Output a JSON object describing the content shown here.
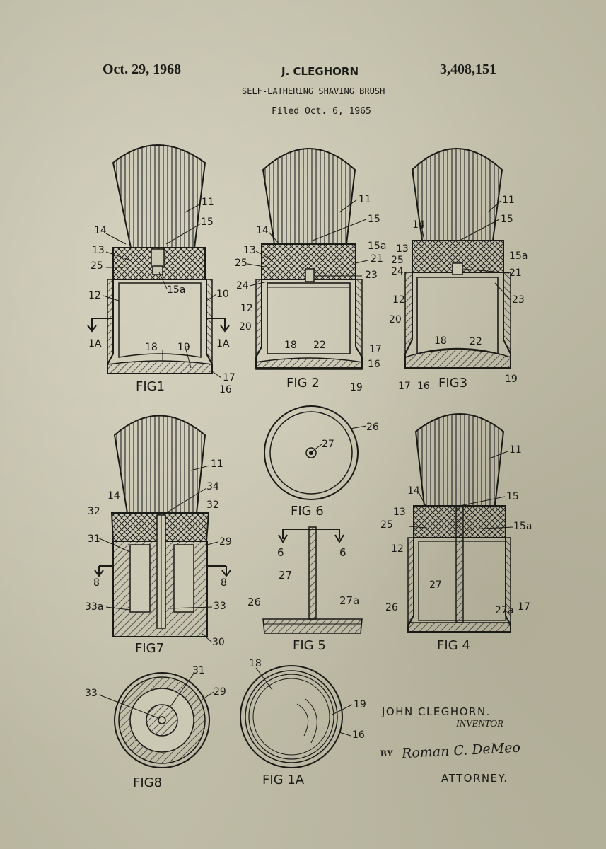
{
  "header": {
    "date": "Oct. 29, 1968",
    "inventor": "J. CLEGHORN",
    "patent_number": "3,408,151",
    "title": "SELF-LATHERING SHAVING BRUSH",
    "filed": "Filed Oct. 6, 1965"
  },
  "figures": {
    "fig1": "FIG1",
    "fig2": "FIG 2",
    "fig3": "FIG3",
    "fig4": "FIG 4",
    "fig5": "FIG 5",
    "fig6": "FIG 6",
    "fig7": "FIG7",
    "fig8": "FIG8",
    "fig1a": "FIG 1A"
  },
  "callouts": {
    "fig1": [
      "11",
      "14",
      "15",
      "13",
      "25",
      "15a",
      "12",
      "10",
      "1A",
      "1A",
      "18",
      "19",
      "17",
      "16"
    ],
    "fig2": [
      "11",
      "15",
      "14",
      "15a",
      "13",
      "21",
      "25",
      "23",
      "24",
      "12",
      "20",
      "18",
      "22",
      "17",
      "16",
      "19"
    ],
    "fig3": [
      "11",
      "15",
      "14",
      "13",
      "15a",
      "25",
      "21",
      "24",
      "23",
      "12",
      "20",
      "18",
      "22",
      "19",
      "17",
      "16"
    ],
    "fig4": [
      "11",
      "14",
      "15",
      "13",
      "15a",
      "25",
      "12",
      "27",
      "26",
      "27a",
      "17"
    ],
    "fig5": [
      "6",
      "6",
      "27",
      "26",
      "27a"
    ],
    "fig6": [
      "26",
      "27"
    ],
    "fig7": [
      "11",
      "14",
      "34",
      "32",
      "32",
      "31",
      "29",
      "8",
      "8",
      "33a",
      "33",
      "30"
    ],
    "fig8": [
      "33",
      "31",
      "29"
    ],
    "fig1a": [
      "18",
      "19",
      "16"
    ]
  },
  "signature": {
    "inventor_name": "JOHN CLEGHORN.",
    "inventor_role": "INVENTOR",
    "by": "BY",
    "attorney_signature": "Roman C. DeMeo",
    "attorney_role": "ATTORNEY."
  }
}
